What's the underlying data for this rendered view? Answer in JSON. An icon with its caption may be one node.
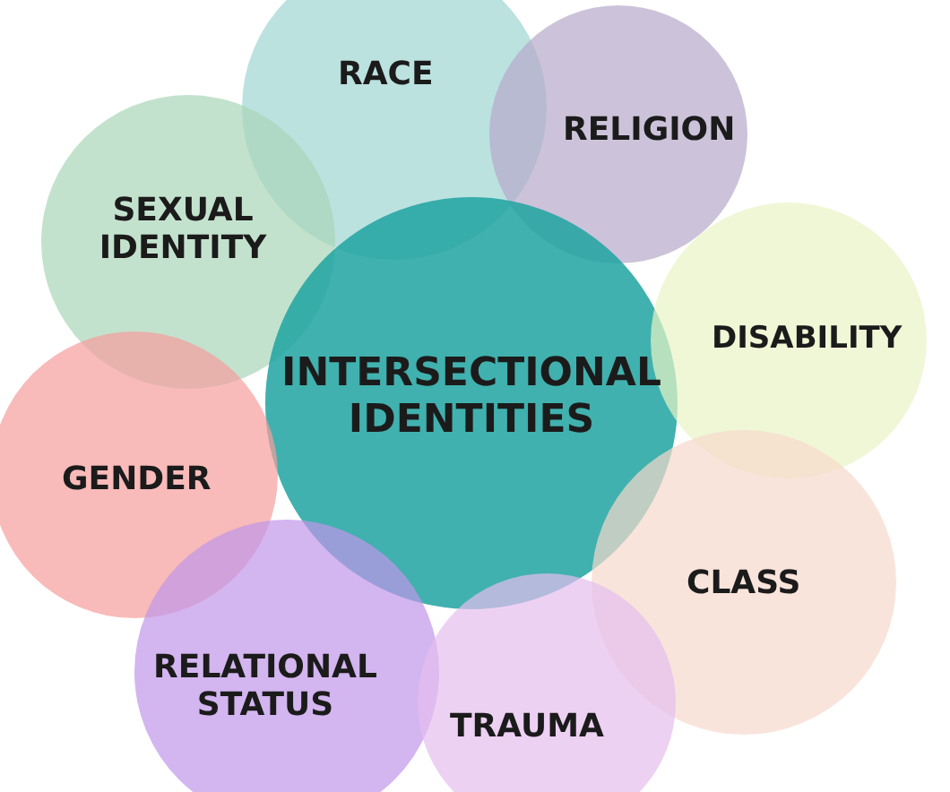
{
  "diagram": {
    "nodes": [
      {
        "text": [
          "RACE"
        ]
      },
      {
        "text": [
          "RELIGION"
        ]
      },
      {
        "text": [
          "SEXUAL IDENTITY"
        ]
      },
      {
        "text": [
          "INTERSECTIONAL IDENTITIES"
        ]
      },
      {
        "text": [
          "DISABILITY"
        ]
      },
      {
        "text": [
          "GENDER"
        ]
      },
      {
        "text": [
          "CLASS"
        ]
      },
      {
        "text": [
          "RELATIONAL STATUS"
        ]
      },
      {
        "text": [
          "TRAUMA"
        ]
      }
    ]
  }
}
